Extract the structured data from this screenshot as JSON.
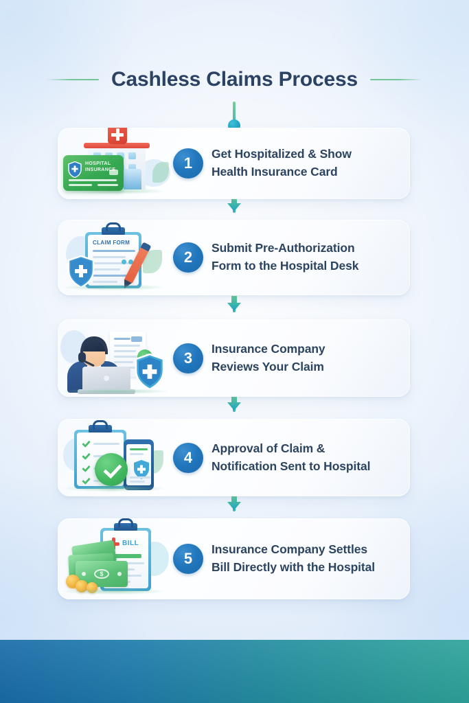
{
  "poster": {
    "title": "Cashless Claims Process",
    "background_color": "#e8f1fb",
    "accent_blue": "#2176bc",
    "accent_green": "#5cc98a",
    "accent_teal": "#1ba5c4",
    "text_color": "#2c4460"
  },
  "steps": [
    {
      "number": "1",
      "line1": "Get Hospitalized & Show",
      "line2": "Health Insurance Card",
      "illustration": "hospital-building-and-insurance-card",
      "card_label_line1": "HOSPITAL",
      "card_label_line2": "INSURANCE"
    },
    {
      "number": "2",
      "line1": "Submit Pre-Authorization",
      "line2": "Form to the Hospital Desk",
      "illustration": "claim-form-clipboard-pen-shield",
      "form_title": "CLAIM FORM"
    },
    {
      "number": "3",
      "line1": "Insurance Company",
      "line2": "Reviews Your Claim",
      "illustration": "agent-with-headset-laptop-document-shield"
    },
    {
      "number": "4",
      "line1": "Approval of Claim &",
      "line2": "Notification Sent to Hospital",
      "illustration": "checklist-clipboard-green-check-phone-shield"
    },
    {
      "number": "5",
      "line1": "Insurance Company Settles",
      "line2": "Bill Directly with the Hospital",
      "illustration": "banknotes-coins-bill-clipboard",
      "bill_label": "BILL"
    }
  ],
  "bottom_bar": {
    "gradient_from": "#1a6ca8",
    "gradient_to": "#2fa49a"
  }
}
